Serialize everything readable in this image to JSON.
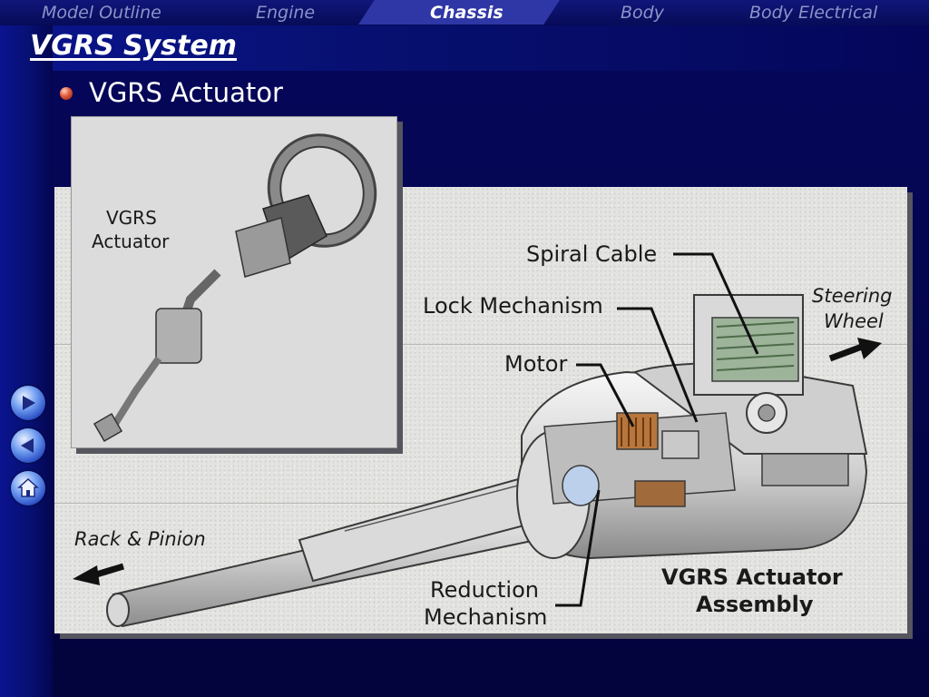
{
  "nav": {
    "items": [
      {
        "label": "Model Outline",
        "active": false
      },
      {
        "label": "Engine",
        "active": false
      },
      {
        "label": "Chassis",
        "active": true
      },
      {
        "label": "Body",
        "active": false
      },
      {
        "label": "Body Electrical",
        "active": false
      }
    ]
  },
  "page": {
    "title": "VGRS System",
    "subtitle": "VGRS Actuator"
  },
  "side_buttons": [
    {
      "icon": "arrow-right-icon"
    },
    {
      "icon": "arrow-left-icon"
    },
    {
      "icon": "home-icon"
    }
  ],
  "figure": {
    "inset_label_line1": "VGRS",
    "inset_label_line2": "Actuator",
    "callouts": {
      "spiral_cable": "Spiral Cable",
      "lock_mechanism": "Lock Mechanism",
      "motor": "Motor",
      "reduction_line1": "Reduction",
      "reduction_line2": "Mechanism",
      "steering_line1": "Steering",
      "steering_line2": "Wheel",
      "rack_pinion": "Rack & Pinion",
      "assembly_line1": "VGRS Actuator",
      "assembly_line2": "Assembly"
    }
  },
  "colors": {
    "background": "#04054a",
    "nav_active": "#2f37a6",
    "nav_text": "#8c93c9",
    "panel": "#e3e4e1",
    "bullet": "#e25a3a"
  }
}
